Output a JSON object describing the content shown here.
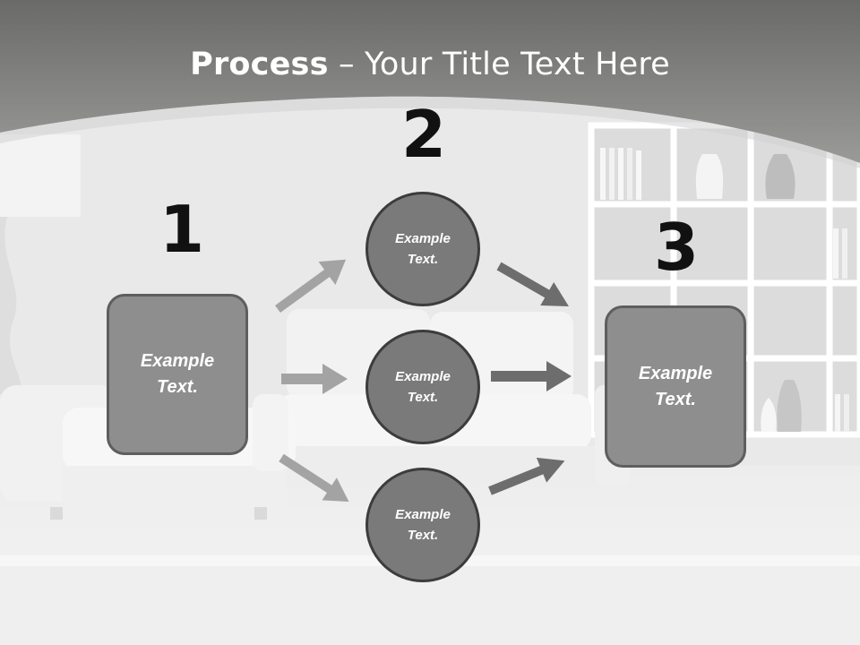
{
  "slide": {
    "title_bold": "Process",
    "title_rest": " – Your Title Text Here"
  },
  "steps": [
    {
      "number": "1",
      "text": "Example\nText."
    },
    {
      "number": "2",
      "text": ""
    },
    {
      "number": "3",
      "text": "Example\nText."
    }
  ],
  "circles": [
    {
      "text": "Example\nText."
    },
    {
      "text": "Example\nText."
    },
    {
      "text": "Example\nText."
    }
  ],
  "colors": {
    "header_band": "#7d7d7b",
    "box_fill": "#8e8e8e",
    "circle_fill": "#7a7a7a",
    "arrow_light": "#a3a3a3",
    "arrow_dark": "#6d6d6d"
  }
}
